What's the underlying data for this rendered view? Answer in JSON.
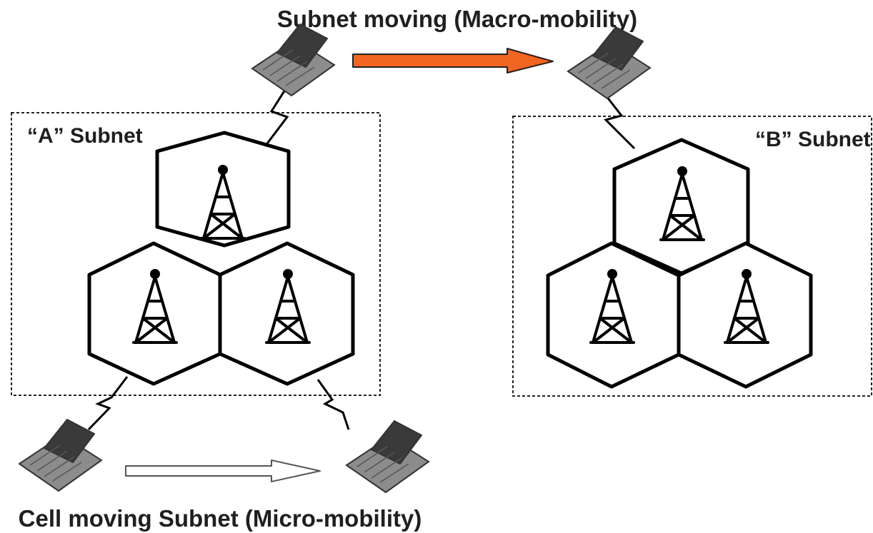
{
  "title_macro": "Subnet moving (Macro-mobility)",
  "title_micro": "Cell moving Subnet (Micro-mobility)",
  "subnet_a_label": "“A” Subnet",
  "subnet_b_label": "“B”  Subnet",
  "colors": {
    "macro_arrow": "#f26522",
    "micro_arrow": "#ffffff",
    "title_text": "#1f1f1f"
  },
  "icons": {
    "laptop": "laptop-icon",
    "tower": "cell-tower-icon"
  }
}
